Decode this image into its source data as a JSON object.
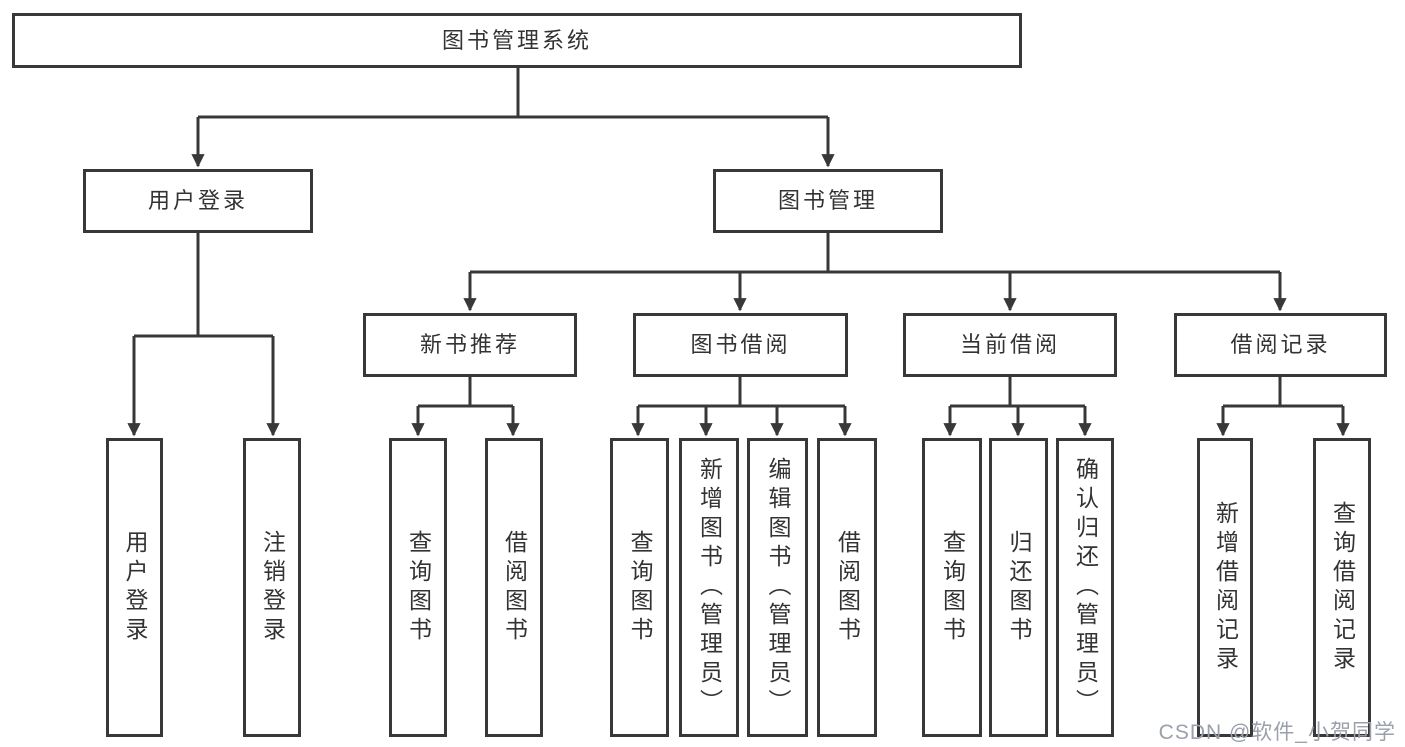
{
  "diagram": {
    "title": "图书管理系统",
    "level2": [
      "用户登录",
      "图书管理"
    ],
    "level3": [
      "新书推荐",
      "图书借阅",
      "当前借阅",
      "借阅记录"
    ],
    "leaves": [
      "用户登录",
      "注销登录",
      "查询图书",
      "借阅图书",
      "查询图书",
      "新增图书（管理员）",
      "编辑图书（管理员）",
      "借阅图书",
      "查询图书",
      "归还图书",
      "确认归还（管理员）",
      "新增借阅记录",
      "查询借阅记录"
    ],
    "watermark": "CSDN @软件_小贺同学",
    "colors": {
      "line": "#383838",
      "text": "#333333",
      "watermark": "#9aa0ac",
      "background": "#ffffff"
    }
  }
}
